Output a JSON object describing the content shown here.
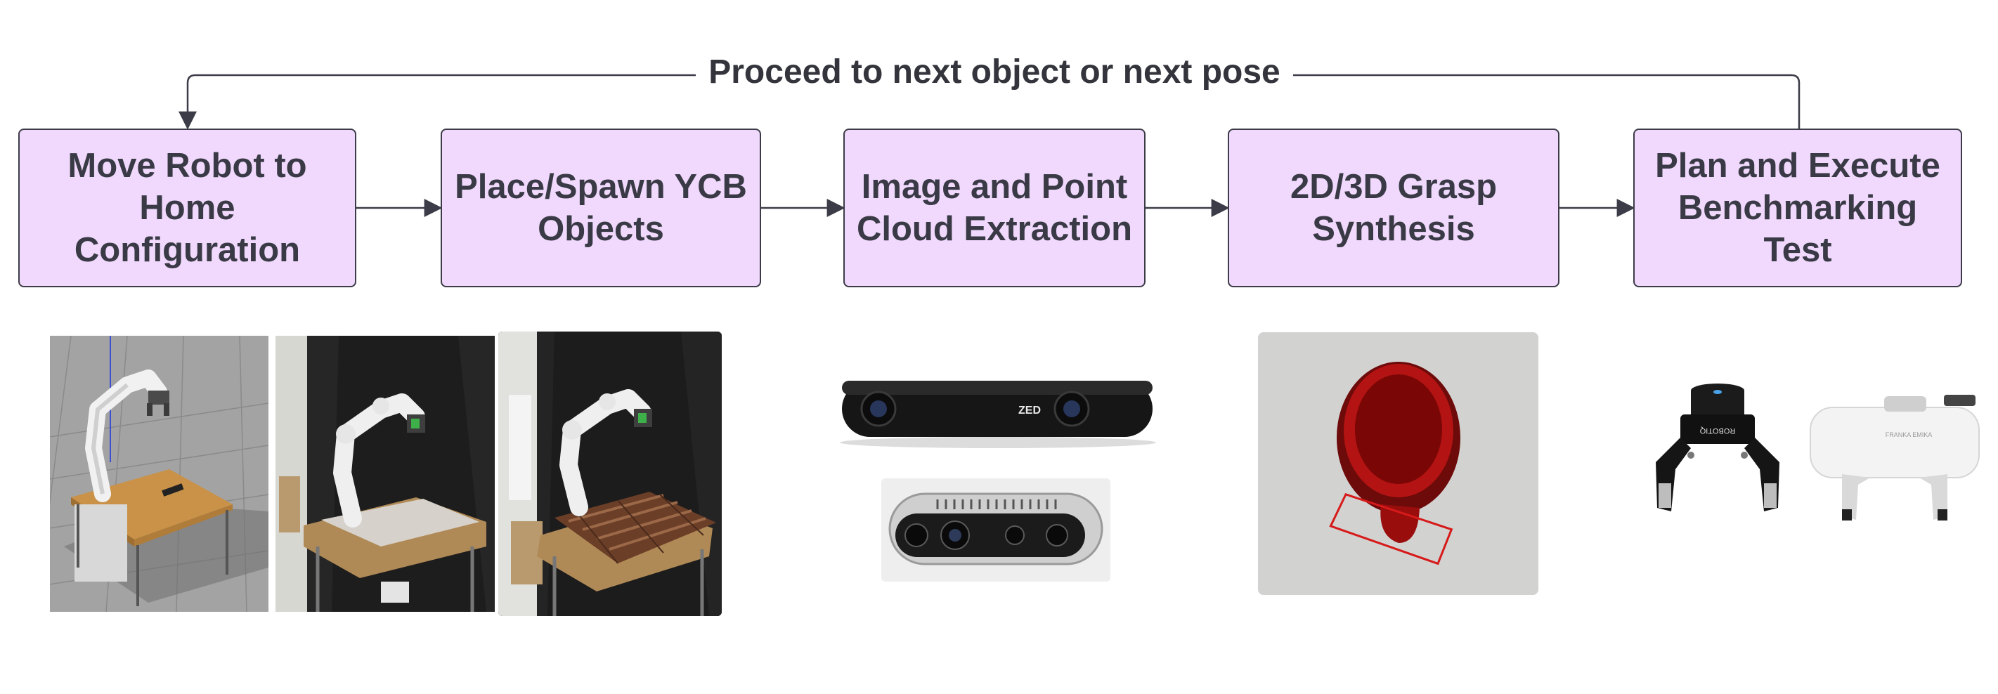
{
  "loop": {
    "label": "Proceed to next object or next pose"
  },
  "steps": [
    {
      "label": "Move Robot to Home Configuration"
    },
    {
      "label": "Place/Spawn YCB Objects"
    },
    {
      "label": "Image and Point Cloud Extraction"
    },
    {
      "label": "2D/3D Grasp Synthesis"
    },
    {
      "label": "Plan and Execute Benchmarking Test"
    }
  ],
  "colors": {
    "box_fill": "#f0d9fc",
    "box_border": "#3c3c48",
    "text": "#3a3a46",
    "arrow": "#3c3c48",
    "grasp_rectangle": "#d61a1a"
  },
  "illustrations": [
    {
      "icon": "gazebo-simulated-robot-scene"
    },
    {
      "icon": "real-robot-gray-board-photo"
    },
    {
      "icon": "real-robot-wood-board-photo"
    },
    {
      "icon": "zed-stereo-camera"
    },
    {
      "icon": "realsense-depth-camera"
    },
    {
      "icon": "red-mug-grasp-photo"
    },
    {
      "icon": "robotiq-gripper"
    },
    {
      "icon": "franka-hand-gripper"
    }
  ],
  "camera_brand": "ZED"
}
